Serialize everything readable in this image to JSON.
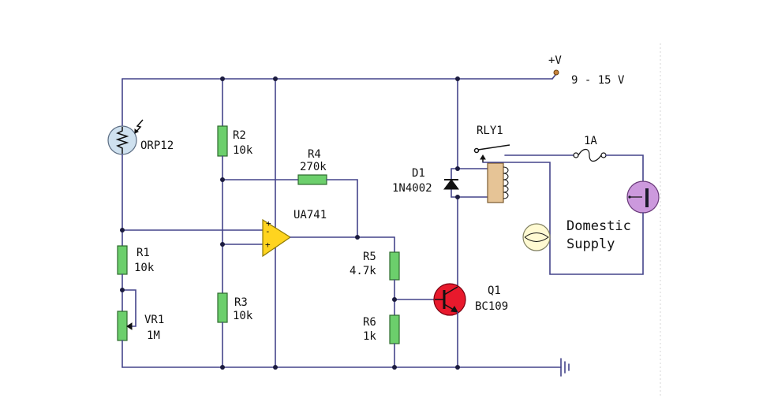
{
  "supply": {
    "terminal_label": "+V",
    "voltage_range": "9 - 15 V"
  },
  "components": {
    "ldr": {
      "name": "ORP12"
    },
    "r1": {
      "name": "R1",
      "value": "10k"
    },
    "r2": {
      "name": "R2",
      "value": "10k"
    },
    "r3": {
      "name": "R3",
      "value": "10k"
    },
    "r4": {
      "name": "R4",
      "value": "270k"
    },
    "r5": {
      "name": "R5",
      "value": "4.7k"
    },
    "r6": {
      "name": "R6",
      "value": "1k"
    },
    "vr1": {
      "name": "VR1",
      "value": "1M"
    },
    "opamp": {
      "name": "UA741",
      "power_pin": "+",
      "inverting_input": "-",
      "non_inverting_input": "+"
    },
    "d1": {
      "name": "D1",
      "part": "1N4002"
    },
    "q1": {
      "name": "Q1",
      "part": "BC109"
    },
    "relay": {
      "name": "RLY1"
    },
    "fuse": {
      "rating": "1A"
    },
    "load": {
      "label_line1": "Domestic",
      "label_line2": "Supply"
    }
  },
  "colors": {
    "wire": "#44448a",
    "junction": "#1c1c40",
    "resistor": "#6ccf6c",
    "opamp": "#ffd41f",
    "transistor": "#e8192c",
    "ldr": "#cfe1ef",
    "relay_coil": "#e6c496",
    "lamp": "#fffad2",
    "bulb": "#cc99dd",
    "terminal": "#c8843c"
  }
}
